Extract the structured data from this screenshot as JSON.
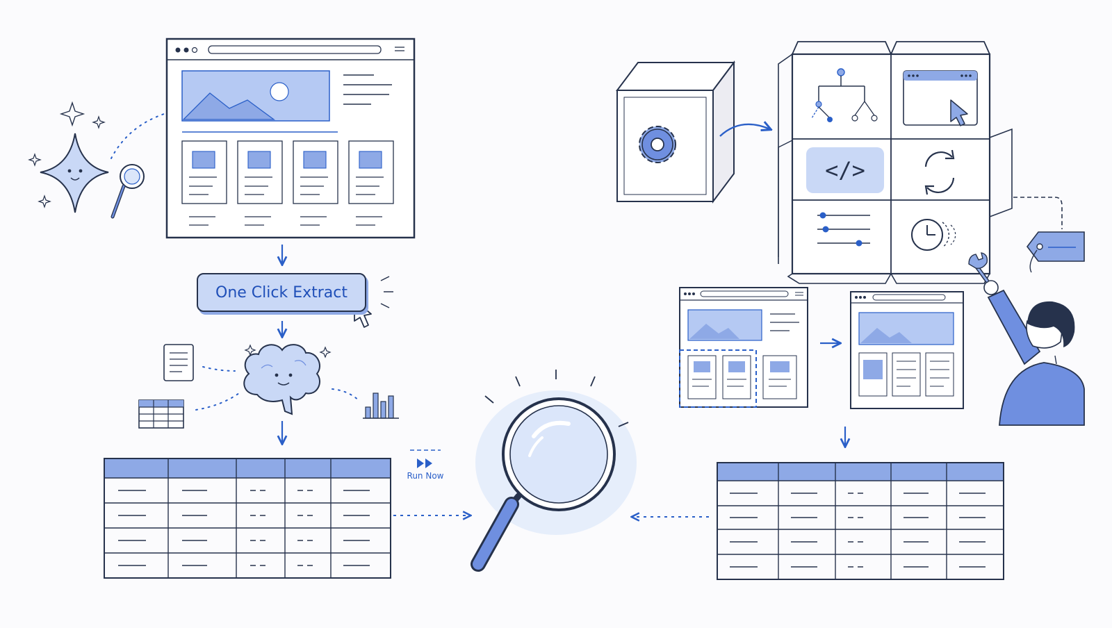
{
  "extract_button": {
    "label": "One Click Extract"
  },
  "run_control": {
    "label": "Run Now",
    "icon": "fast-forward-icon"
  },
  "colors": {
    "ink": "#26324c",
    "accent": "#2a5fc8",
    "wash": "#c9d8f6",
    "wash_dark": "#8ea9e6"
  },
  "icons": [
    "sparkle-mascot-icon",
    "magnifier-icon",
    "brain-icon",
    "document-icon",
    "spreadsheet-icon",
    "bar-chart-icon",
    "gear-icon",
    "tree-icon",
    "code-icon",
    "refresh-icon",
    "sliders-icon",
    "clock-icon",
    "wrench-icon",
    "tag-icon",
    "cursor-icon"
  ],
  "tables": {
    "left": {
      "columns": 5,
      "rows": 4
    },
    "right": {
      "columns": 5,
      "rows": 4
    }
  }
}
